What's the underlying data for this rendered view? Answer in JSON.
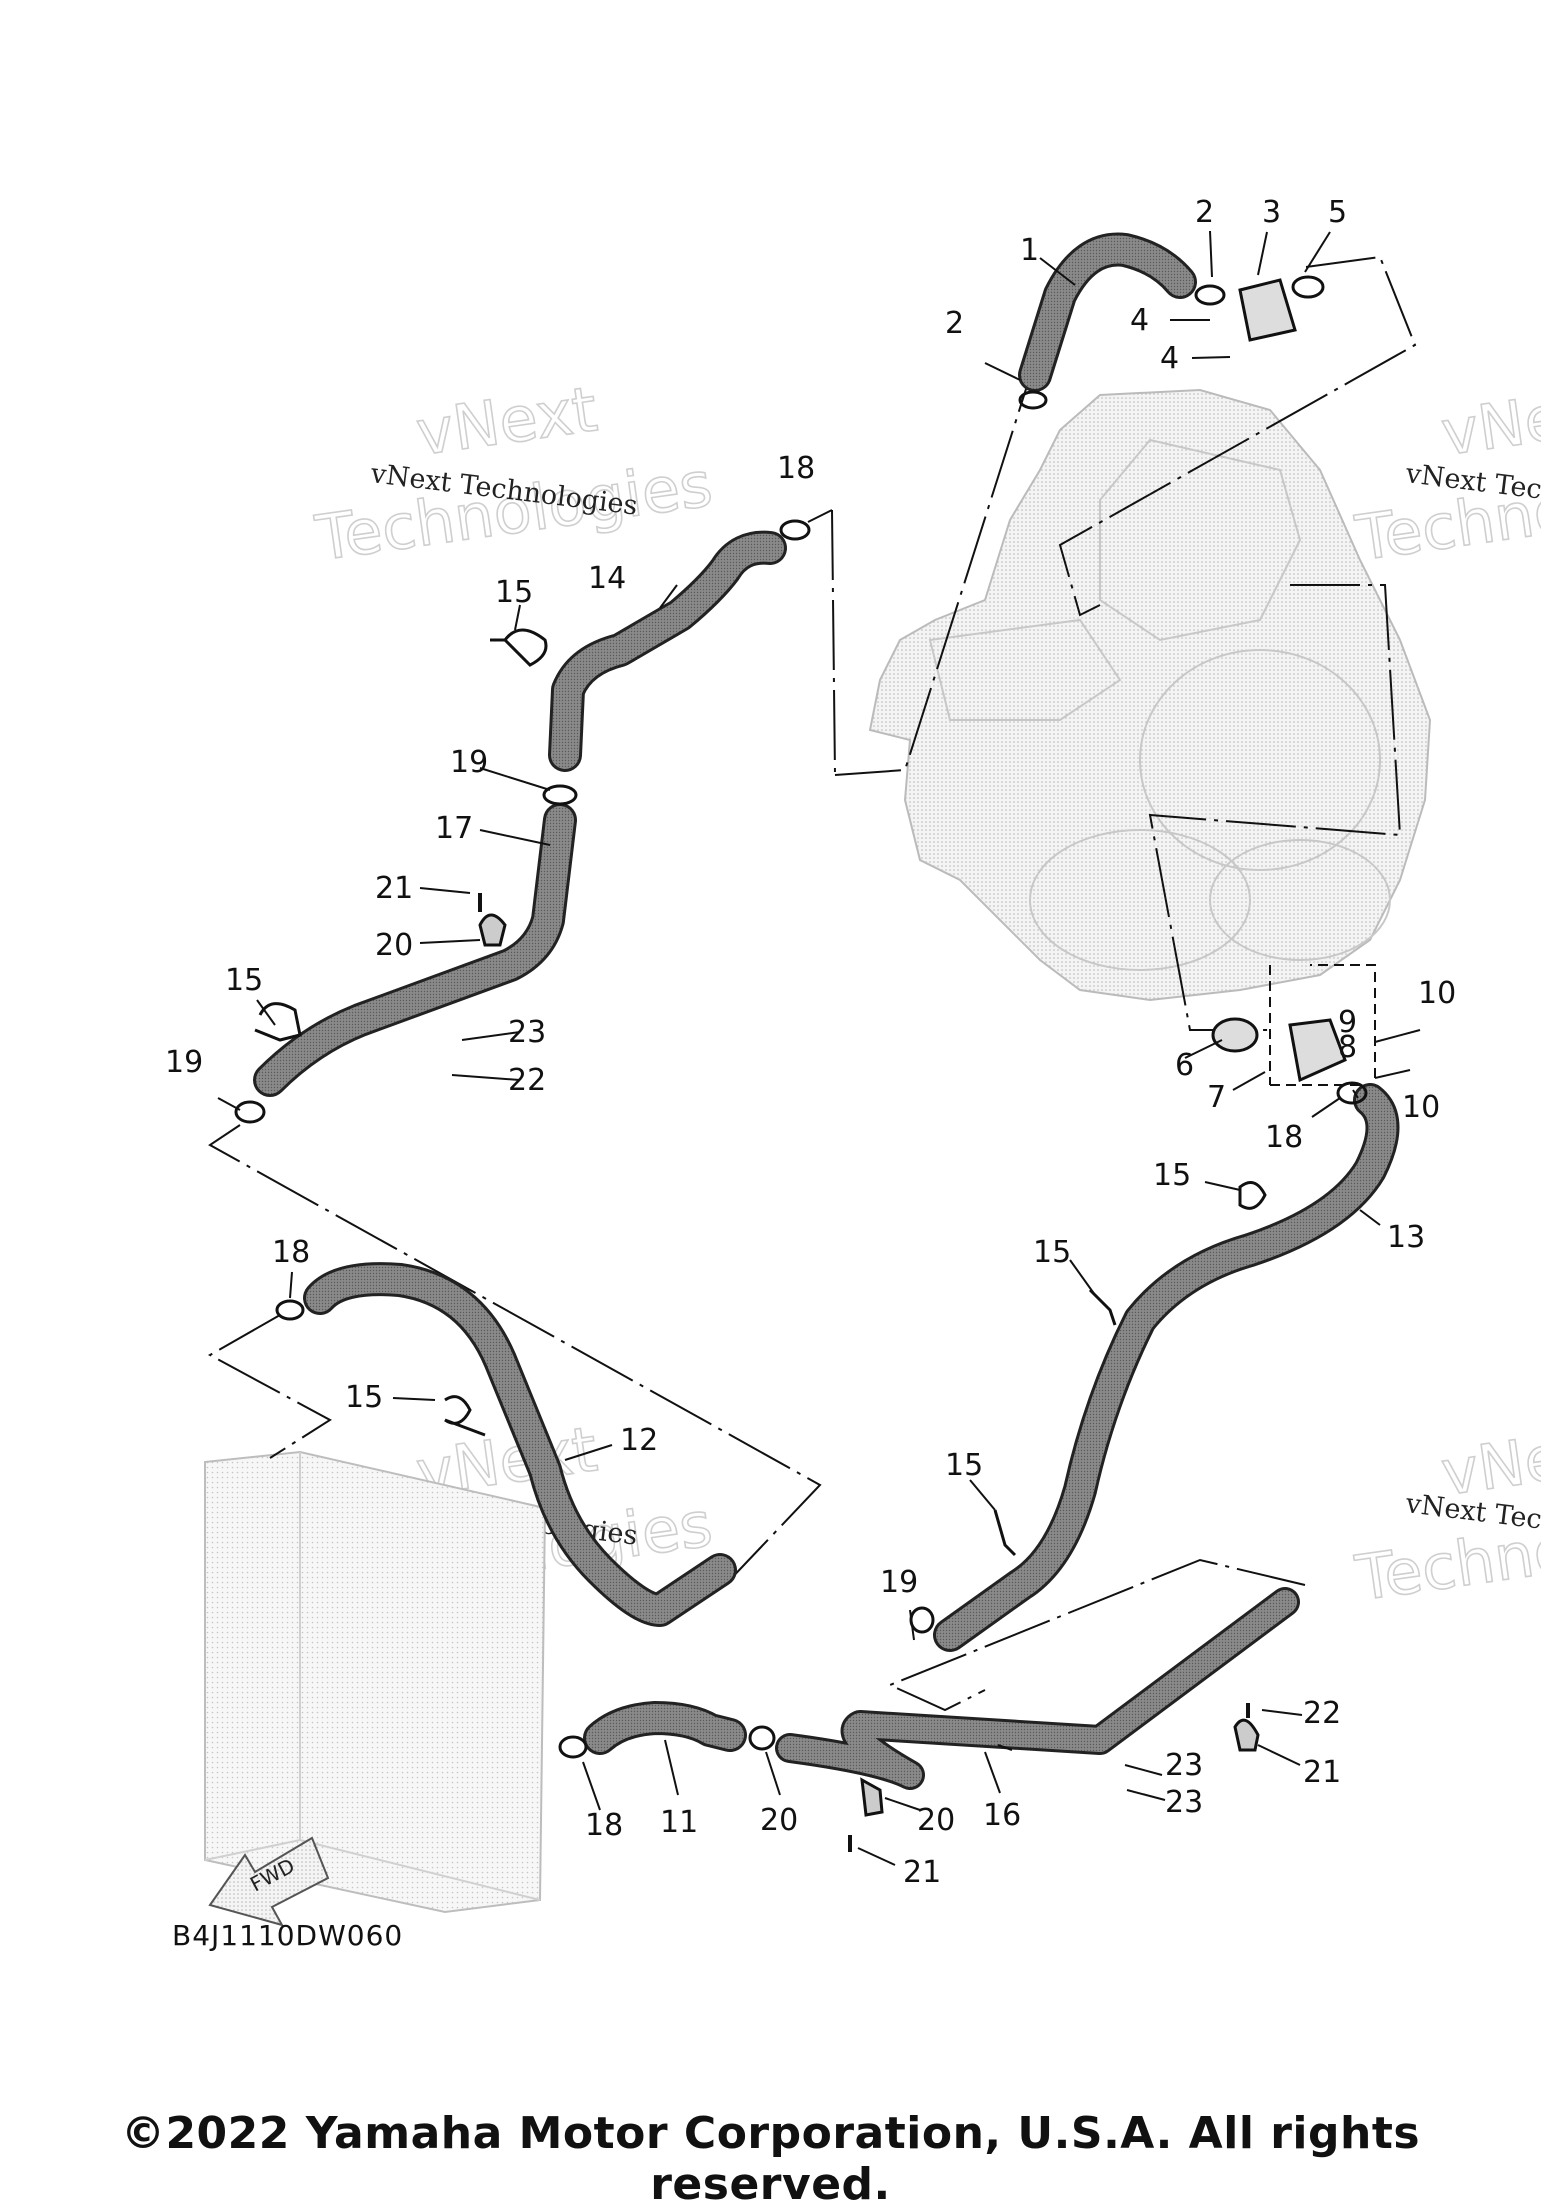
{
  "watermark": {
    "brand": "vNext",
    "word": "Technologies",
    "caption": "vNext Technologies"
  },
  "callouts": [
    "1",
    "2",
    "2",
    "3",
    "4",
    "4",
    "5",
    "6",
    "7",
    "8",
    "9",
    "10",
    "10",
    "11",
    "12",
    "13",
    "14",
    "15",
    "15",
    "15",
    "15",
    "15",
    "15",
    "16",
    "17",
    "18",
    "18",
    "18",
    "18",
    "19",
    "19",
    "19",
    "20",
    "20",
    "20",
    "21",
    "21",
    "21",
    "22",
    "22",
    "23",
    "23"
  ],
  "arrow_label": "FWD",
  "diagram_code": "B4J1110DW060",
  "copyright": "©2022 Yamaha Motor Corporation, U.S.A. All rights reserved."
}
